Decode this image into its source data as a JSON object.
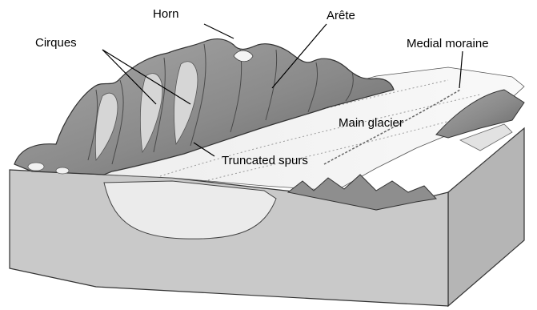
{
  "labels": {
    "horn": "Horn",
    "arete": "Arête",
    "cirques": "Cirques",
    "medial_moraine": "Medial moraine",
    "main_glacier": "Main glacier",
    "truncated_spurs": "Truncated spurs"
  },
  "colors": {
    "block_front": "#c9c9c9",
    "block_side": "#b3b3b3",
    "glacier_ice": "#f2f2f2",
    "valley_section": "#e9e9e9",
    "rock": "#8f8f8f",
    "rock_dark": "#5e5e5e",
    "rock_light": "#b9b9b9",
    "outline": "#333333"
  }
}
